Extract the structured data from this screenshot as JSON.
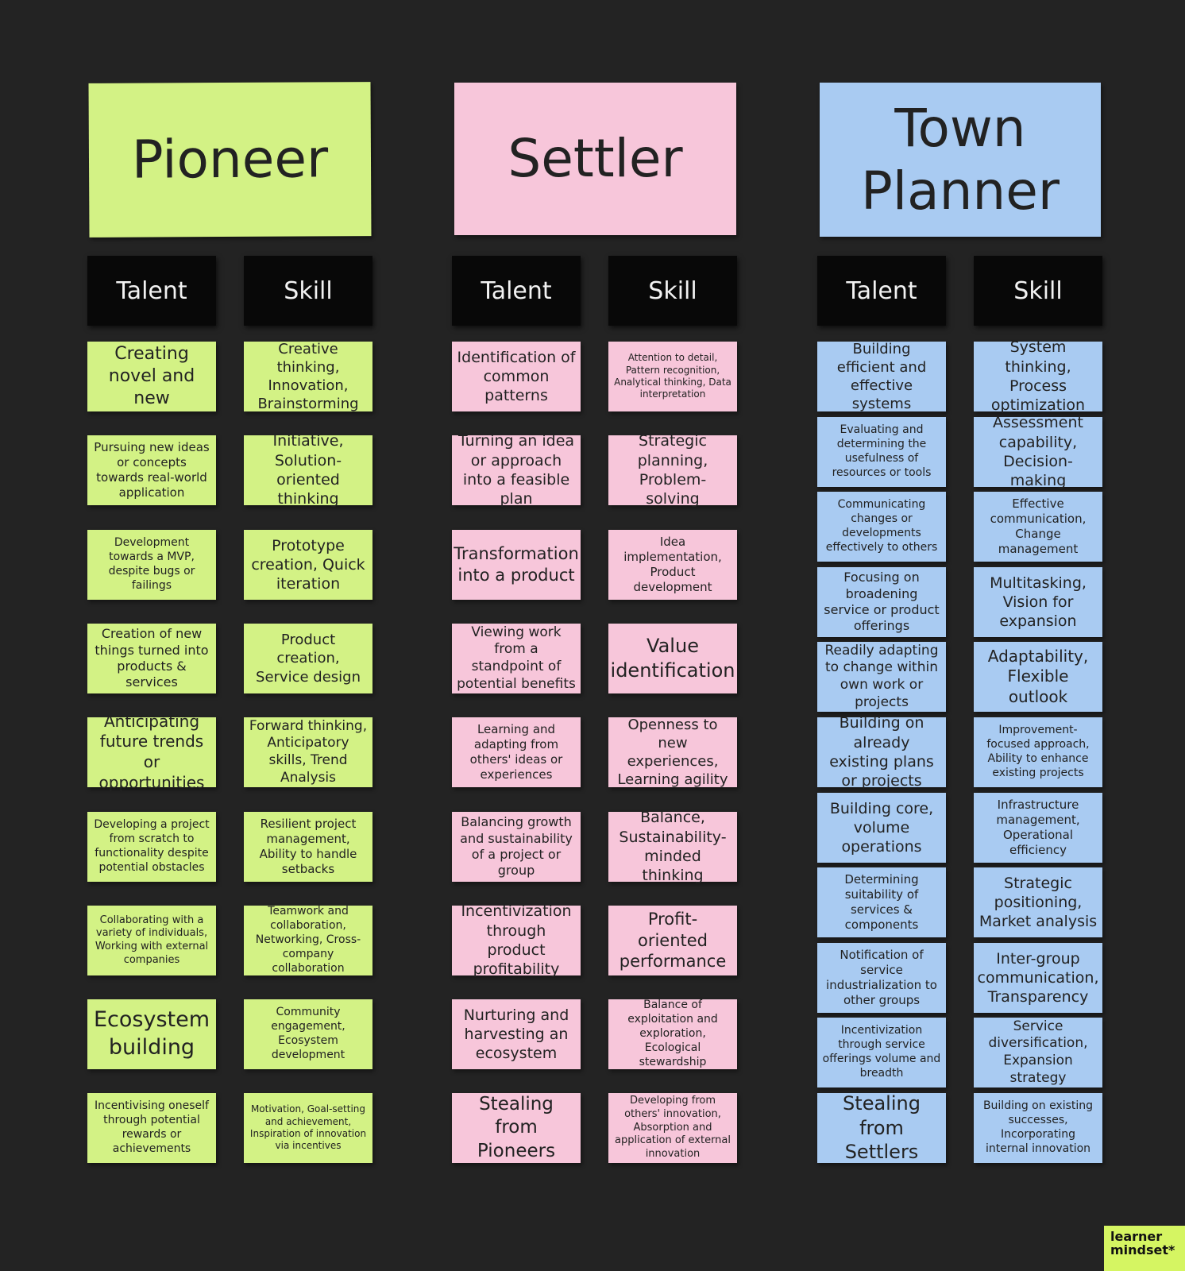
{
  "columns": [
    {
      "title": "Pioneer",
      "color": "#d3f285",
      "talent_label": "Talent",
      "skill_label": "Skill",
      "talents": [
        "Creating novel and new",
        "Pursuing new ideas or concepts towards real-world application",
        "Development towards a MVP, despite bugs or failings",
        "Creation of new things turned into products & services",
        "Anticipating future trends or opportunities",
        "Developing a project from scratch to functionality despite potential obstacles",
        "Collaborating with a variety of individuals, Working with external companies",
        "Ecosystem building",
        "Incentivising oneself through potential rewards or achievements"
      ],
      "skills": [
        "Creative thinking, Innovation, Brainstorming",
        "Initiative, Solution-oriented thinking",
        "Prototype creation, Quick iteration",
        "Product creation, Service design",
        "Forward thinking, Anticipatory skills, Trend Analysis",
        "Resilient project management, Ability to handle setbacks",
        "Teamwork and collaboration, Networking, Cross-company collaboration",
        "Community engagement, Ecosystem development",
        "Motivation, Goal-setting and achievement, Inspiration of innovation via incentives"
      ]
    },
    {
      "title": "Settler",
      "color": "#f7c6da",
      "talent_label": "Talent",
      "skill_label": "Skill",
      "talents": [
        "Identification of common patterns",
        "Turning an idea or approach into a feasible plan",
        "Transformation into a product",
        "Viewing work from a standpoint of potential benefits",
        "Learning and adapting from others' ideas or experiences",
        "Balancing growth and sustainability of a project or group",
        "Incentivization through product profitability",
        "Nurturing and harvesting an ecosystem",
        "Stealing from Pioneers"
      ],
      "skills": [
        "Attention to detail, Pattern recognition, Analytical thinking, Data interpretation",
        "Strategic planning, Problem-solving",
        "Idea implementation, Product development",
        "Value identification",
        "Openness to new experiences, Learning agility",
        "Balance, Sustainability-minded thinking",
        "Profit-oriented performance",
        "Balance of exploitation and exploration, Ecological stewardship",
        "Developing from others' innovation, Absorption and application of external innovation"
      ]
    },
    {
      "title": "Town Planner",
      "color": "#a9cbf2",
      "talent_label": "Talent",
      "skill_label": "Skill",
      "talents": [
        "Building efficient and effective systems",
        "Evaluating and determining the usefulness of resources or tools",
        "Communicating changes or developments effectively to others",
        "Focusing on broadening service or product offerings",
        "Readily adapting to change within own work or projects",
        "Building on already existing plans or projects",
        "Building core, volume operations",
        "Determining suitability of services & components",
        "Notification of service industrialization to other groups",
        "Incentivization through service offerings volume and breadth",
        "Stealing from Settlers"
      ],
      "skills": [
        "System thinking, Process optimization",
        "Assessment capability, Decision-making",
        "Effective communication, Change management",
        "Multitasking, Vision for expansion",
        "Adaptability, Flexible outlook",
        "Improvement-focused approach, Ability to enhance existing projects",
        "Infrastructure management, Operational efficiency",
        "Strategic positioning, Market analysis",
        "Inter-group communication, Transparency",
        "Service diversification, Expansion strategy",
        "Building on existing successes, Incorporating internal innovation"
      ]
    }
  ],
  "brand": {
    "line1": "learner",
    "line2": "mindset*"
  }
}
